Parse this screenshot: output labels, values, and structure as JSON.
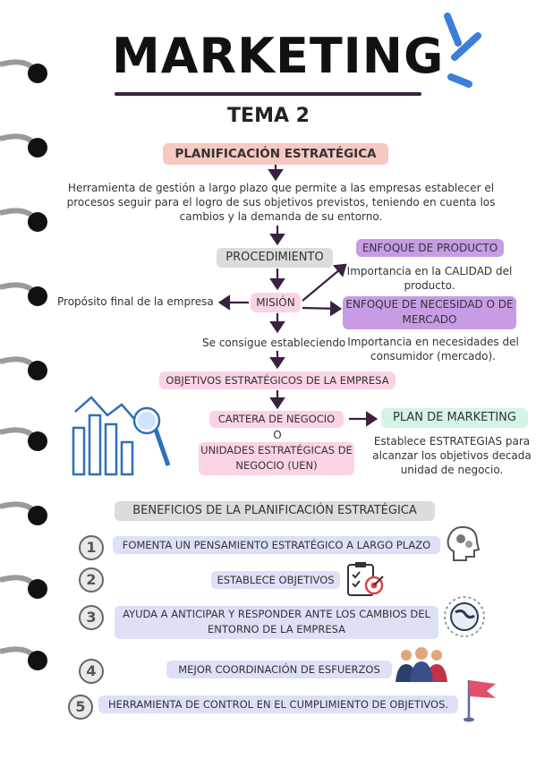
{
  "header": {
    "title": "MARKETING",
    "subtitle": "TEMA 2"
  },
  "flow": {
    "main_heading": "PLANIFICACIÓN ESTRATÉGICA",
    "definition": "Herramienta de gestión a largo plazo que permite a las empresas establecer el procesos seguir para el logro de sus objetivos previstos, teniendo en cuenta los cambios y la demanda de su entorno.",
    "procedimiento": "PROCEDIMIENTO",
    "mision": "MISIÓN",
    "mision_note": "Propósito final de la empresa",
    "enfoque_producto": "ENFOQUE DE PRODUCTO",
    "enfoque_producto_note": "Importancia en la CALIDAD del producto.",
    "enfoque_necesidad": "ENFOQUE DE NECESIDAD O DE MERCADO",
    "enfoque_necesidad_note": "Importancia en necesidades del consumidor (mercado).",
    "se_consigue": "Se consigue estableciendo",
    "objetivos": "OBJETIVOS ESTRATÉGICOS DE LA EMPRESA",
    "cartera": "CARTERA DE NEGOCIO",
    "o": "O",
    "uen": "UNIDADES ESTRATÉGICAS DE NEGOCIO (UEN)",
    "plan": "PLAN DE MARKETING",
    "plan_note": "Establece ESTRATEGIAS para alcanzar los objetivos decada unidad de negocio."
  },
  "benefits": {
    "heading": "BENEFICIOS DE LA PLANIFICACIÓN ESTRATÉGICA",
    "items": [
      {
        "num": "1",
        "text": "FOMENTA UN PENSAMIENTO ESTRATÉGICO A LARGO PLAZO",
        "icon": "head-gears-icon"
      },
      {
        "num": "2",
        "text": "ESTABLECE OBJETIVOS",
        "icon": "checklist-target-icon"
      },
      {
        "num": "3",
        "text": "AYUDA A ANTICIPAR Y RESPONDER ANTE LOS CAMBIOS DEL ENTORNO DE LA EMPRESA",
        "icon": "globe-icon"
      },
      {
        "num": "4",
        "text": "MEJOR COORDINACIÓN DE ESFUERZOS",
        "icon": "team-icon"
      },
      {
        "num": "5",
        "text": "HERRAMIENTA DE CONTROL EN EL CUMPLIMIENTO DE OBJETIVOS.",
        "icon": "flag-icon"
      }
    ]
  },
  "colors": {
    "pink": "#f6c9c2",
    "gray": "#dcdcdc",
    "light_pink": "#fbd3e6",
    "purple": "#c79ce4",
    "mint": "#d4f4e6",
    "lavender": "#dde0f7",
    "arrow": "#3a2140",
    "accent_blue": "#3b7fd6"
  }
}
